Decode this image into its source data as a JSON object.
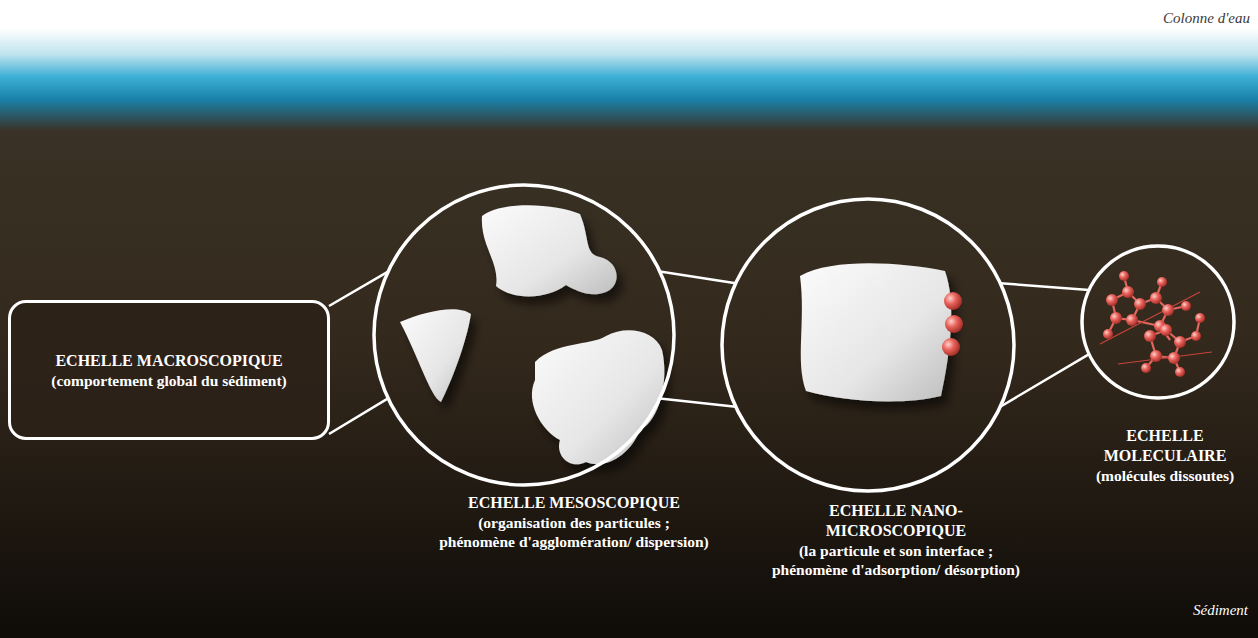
{
  "diagram": {
    "nodes": [
      {
        "text": [
          "ECHELLE MACROSCOPIQUE",
          "(comportement global du sédiment)"
        ]
      },
      {
        "text": [
          "ECHELLE MESOSCOPIQUE",
          "(organisation des particules ; phénomène d'agglomération/ dispersion)"
        ]
      },
      {
        "text": [
          "ECHELLE NANO-MICROSCOPIQUE",
          "(la particule et son interface ; phénomène d'adsorption/ désorption)"
        ]
      },
      {
        "text": [
          "ECHELLE MOLECULAIRE",
          "(molécules dissoutes)"
        ]
      }
    ],
    "edges": [
      {
        "from": 0,
        "to": 1,
        "arrow": "none"
      },
      {
        "from": 1,
        "to": 2,
        "arrow": "none"
      },
      {
        "from": 2,
        "to": 3,
        "arrow": "none"
      }
    ],
    "labels": [
      "Colonne d'eau",
      "Sédiment"
    ]
  }
}
